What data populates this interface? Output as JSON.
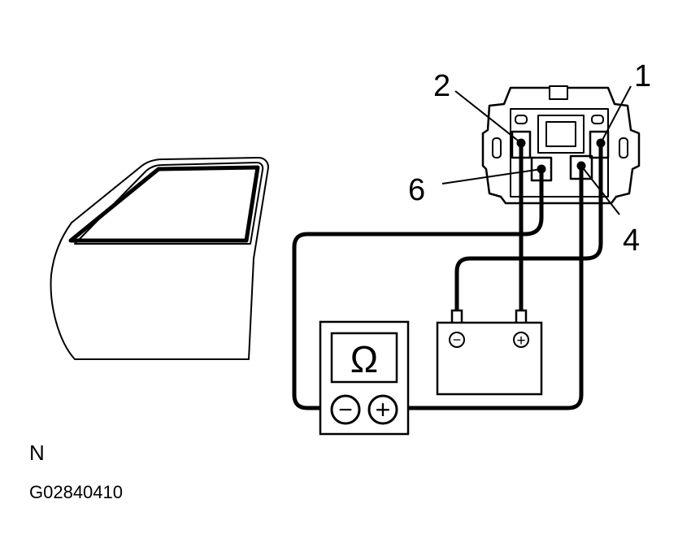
{
  "callouts": {
    "terminal_1": "1",
    "terminal_2": "2",
    "terminal_4": "4",
    "terminal_6": "6"
  },
  "ohmmeter": {
    "symbol": "Ω",
    "neg_terminal": "−",
    "pos_terminal": "+"
  },
  "battery": {
    "neg_terminal": "−",
    "pos_terminal": "+"
  },
  "caption": {
    "view_letter": "N",
    "figure_code": "G02840410"
  }
}
